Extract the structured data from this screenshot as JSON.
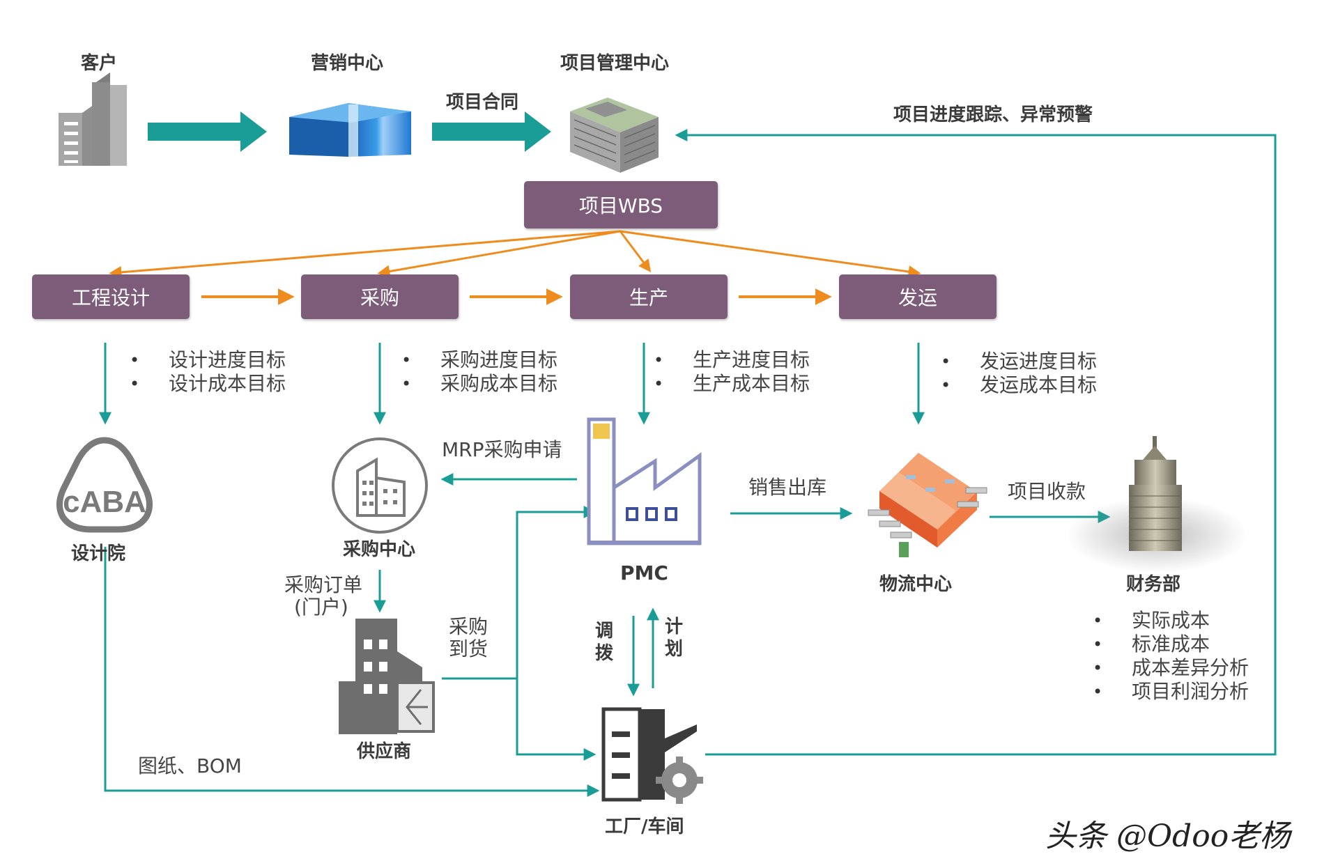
{
  "top": {
    "customer": "客户",
    "marketing": "营销中心",
    "pm_center": "项目管理中心",
    "contract": "项目合同",
    "tracking": "项目进度跟踪、异常预警",
    "wbs": "项目WBS"
  },
  "stages": {
    "design": "工程设计",
    "purchase": "采购",
    "production": "生产",
    "shipping": "发运"
  },
  "targets": {
    "design": [
      "设计进度目标",
      "设计成本目标"
    ],
    "purchase": [
      "采购进度目标",
      "采购成本目标"
    ],
    "production": [
      "生产进度目标",
      "生产成本目标"
    ],
    "shipping": [
      "发运进度目标",
      "发运成本目标"
    ]
  },
  "nodes": {
    "design_institute": "设计院",
    "purchase_center": "采购中心",
    "pmc": "PMC",
    "logistics": "物流中心",
    "finance": "财务部",
    "supplier": "供应商",
    "factory": "工厂/车间"
  },
  "flows": {
    "mrp": "MRP采购申请",
    "sales_out": "销售出库",
    "collection": "项目收款",
    "po_line1": "采购订单",
    "po_line2": "(门户)",
    "arrival_line1": "采购",
    "arrival_line2": "到货",
    "dispatch": "调拨",
    "plan": "计划",
    "drawings": "图纸、BOM"
  },
  "finance_items": [
    "实际成本",
    "标准成本",
    "成本差异分析",
    "项目利润分析"
  ],
  "watermark": "头条 @Odoo老杨",
  "colors": {
    "teal": "#1a9d96",
    "orange": "#ef8c1e",
    "purple": "#7d5c79"
  }
}
